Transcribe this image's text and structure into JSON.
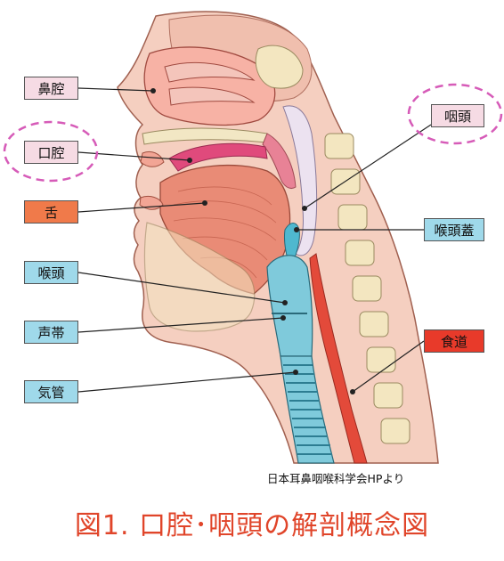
{
  "labels": {
    "nasal_cavity": "鼻腔",
    "oral_cavity": "口腔",
    "tongue": "舌",
    "larynx": "喉頭",
    "vocal_cords": "声帯",
    "trachea": "気管",
    "pharynx": "咽頭",
    "epiglottis": "喉頭蓋",
    "esophagus": "食道"
  },
  "credit": "日本耳鼻咽喉科学会HPより",
  "caption": "図1. 口腔･咽頭の解剖概念図",
  "colors": {
    "label_pink": "#f6dbe4",
    "label_orange": "#f07a4a",
    "label_cyan": "#9fd9ea",
    "label_red": "#e83a2a",
    "highlight_dash": "#d65bb8",
    "caption": "#e0452a"
  }
}
